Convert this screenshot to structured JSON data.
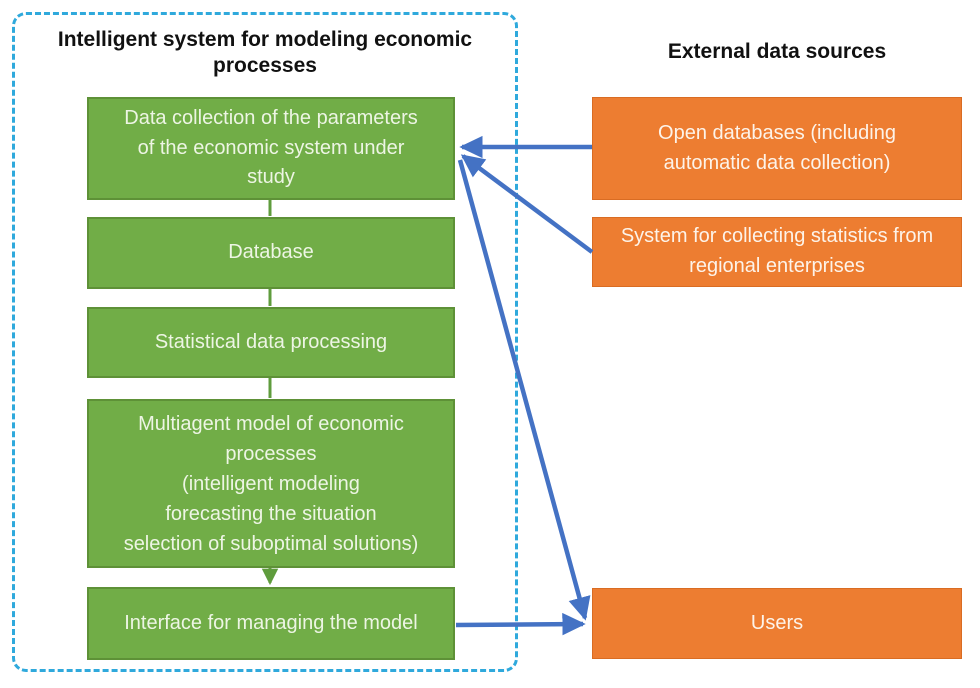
{
  "diagram": {
    "left_panel": {
      "title": "Intelligent system for modeling economic\nprocesses",
      "boxes": [
        {
          "id": "data-collection",
          "label": "Data collection of the parameters\nof the economic system under\nstudy"
        },
        {
          "id": "database",
          "label": "Database"
        },
        {
          "id": "statistical-processing",
          "label": "Statistical data processing"
        },
        {
          "id": "multiagent-model",
          "label": "Multiagent model of economic\nprocesses\n(intelligent modeling\nforecasting the situation\nselection of suboptimal solutions)"
        },
        {
          "id": "model-interface",
          "label": "Interface for managing the model"
        }
      ]
    },
    "right_panel": {
      "title": "External data sources",
      "boxes": [
        {
          "id": "open-databases",
          "label": "Open databases (including\nautomatic data collection)"
        },
        {
          "id": "regional-statistics",
          "label": "System for collecting statistics from\nregional enterprises"
        },
        {
          "id": "users",
          "label": "Users"
        }
      ]
    },
    "connections": [
      {
        "from": "data-collection",
        "to": "database",
        "style": "green-line"
      },
      {
        "from": "database",
        "to": "statistical-processing",
        "style": "green-line"
      },
      {
        "from": "statistical-processing",
        "to": "multiagent-model",
        "style": "green-line"
      },
      {
        "from": "multiagent-model",
        "to": "model-interface",
        "style": "green-arrow"
      },
      {
        "from": "open-databases",
        "to": "data-collection",
        "style": "blue-arrow"
      },
      {
        "from": "regional-statistics",
        "to": "data-collection",
        "style": "blue-arrow"
      },
      {
        "from": "data-collection",
        "to": "users",
        "style": "blue-arrow"
      },
      {
        "from": "model-interface",
        "to": "users",
        "style": "blue-arrow"
      }
    ],
    "palette": {
      "green_box_fill": "#71AD47",
      "green_box_border": "#5E9137",
      "orange_box_fill": "#ED7D31",
      "blue_arrow": "#4472C4",
      "green_connector": "#5F9C3D",
      "dashed_frame_blue": "#2FA9DC",
      "box_text": "#F2F7EC",
      "title_text": "#111111",
      "background": "#FFFFFF"
    }
  }
}
